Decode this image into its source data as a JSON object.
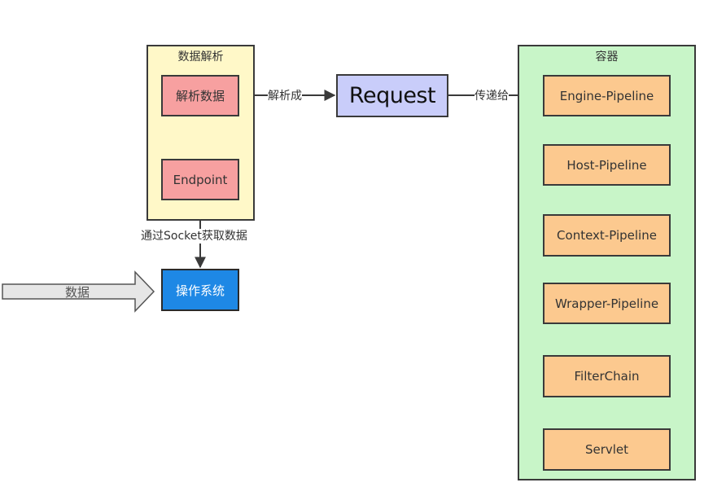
{
  "groups": {
    "parse": {
      "title": "数据解析"
    },
    "container": {
      "title": "容器"
    }
  },
  "nodes": {
    "parse_data": "解析数据",
    "endpoint": "Endpoint",
    "os": "操作系统",
    "request": "Request",
    "data_input": "数据",
    "pipeline": [
      "Engine-Pipeline",
      "Host-Pipeline",
      "Context-Pipeline",
      "Wrapper-Pipeline",
      "FilterChain",
      "Servlet"
    ]
  },
  "edges": {
    "parse_to": "解析成",
    "pass_to": "传递给",
    "via_socket": "通过Socket获取数据"
  },
  "colors": {
    "parse_group": "#fff8c8",
    "container_group": "#c8f5c8",
    "red_node": "#f7a0a0",
    "orange_node": "#fcc98f",
    "blue_node": "#1e88e5",
    "request_node": "#c9cdfa",
    "stroke": "#3a3a3a"
  }
}
